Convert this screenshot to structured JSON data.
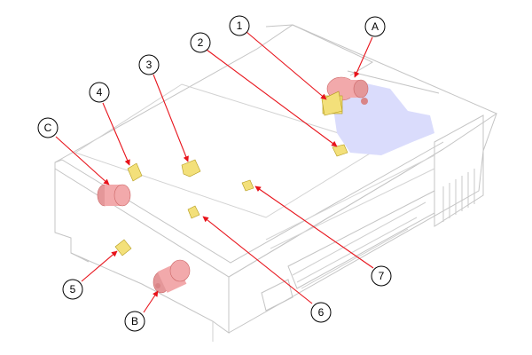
{
  "callouts": {
    "num_1": "1",
    "num_2": "2",
    "num_3": "3",
    "num_4": "4",
    "num_5": "5",
    "num_6": "6",
    "num_7": "7",
    "let_a": "A",
    "let_b": "B",
    "let_c": "C"
  },
  "colors": {
    "leader": "#e8131b",
    "printer_outline": "#b9b9b9",
    "highlight_region": "#d9dcfb",
    "roller_body": "#f2a9ab",
    "roller_shadow": "#d98587",
    "sensor_part": "#f3e07a",
    "sensor_outline": "#b39a1a"
  }
}
